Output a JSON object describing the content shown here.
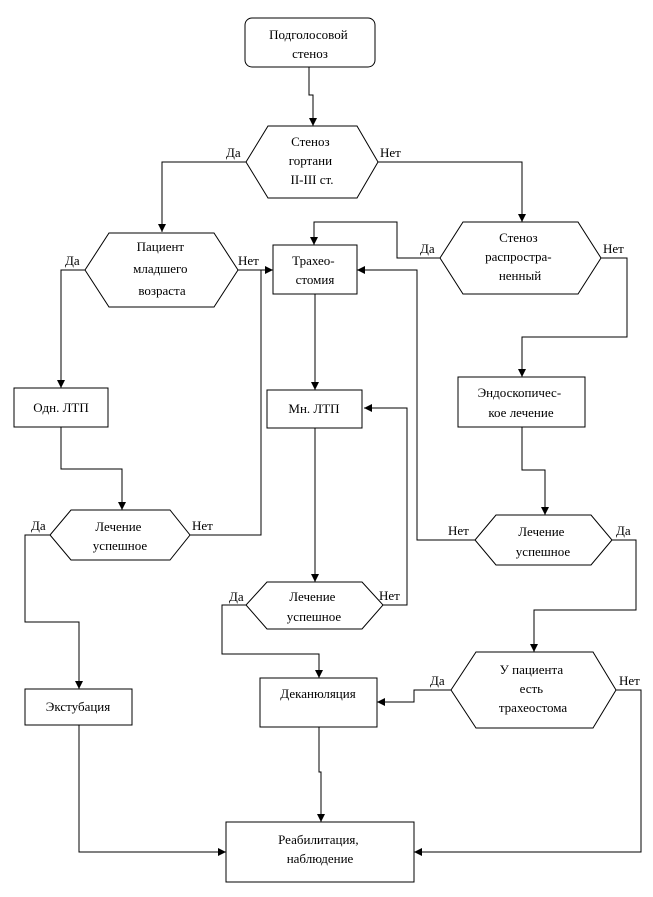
{
  "nodes": {
    "start": [
      "Подголосовой",
      "стеноз"
    ],
    "stenosis_grade": [
      "Стеноз",
      "гортани",
      "II-III ст."
    ],
    "young_patient": [
      "Пациент",
      "младшего",
      "возраста"
    ],
    "widespread": [
      "Стеноз",
      "распростра-",
      "ненный"
    ],
    "tracheostomy": [
      "Трахео-",
      "стомия"
    ],
    "single_ltp": [
      "Одн. ЛТП"
    ],
    "multi_ltp": [
      "Мн. ЛТП"
    ],
    "endoscopic": [
      "Эндоскопичес-",
      "кое лечение"
    ],
    "success_left": [
      "Лечение",
      "успешное"
    ],
    "success_mid": [
      "Лечение",
      "успешное"
    ],
    "success_right": [
      "Лечение",
      "успешное"
    ],
    "has_tracheostoma": [
      "У пациента",
      "есть",
      "трахеостома"
    ],
    "extubation": [
      "Экстубация"
    ],
    "decannulation": [
      "Деканюляция"
    ],
    "rehab": [
      "Реабилитация,",
      "наблюдение"
    ]
  },
  "labels": {
    "yes": "Да",
    "no": "Нет"
  }
}
